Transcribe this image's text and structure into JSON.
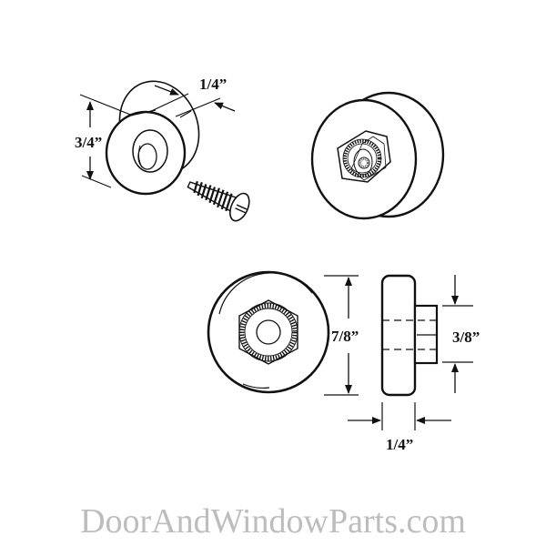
{
  "diagram": {
    "type": "technical-drawing",
    "subject": "Nylon roller with hex nut insert and mounting screw",
    "views": [
      {
        "id": "isometric-spacer",
        "label": "Spacer / washer (isometric)"
      },
      {
        "id": "screw",
        "label": "Slotted-head mounting screw"
      },
      {
        "id": "isometric-roller",
        "label": "Roller with hex insert (isometric)"
      },
      {
        "id": "front-view",
        "label": "Roller front view"
      },
      {
        "id": "side-view",
        "label": "Roller side view"
      }
    ]
  },
  "dimensions": {
    "spacer_thickness": "1/4”",
    "spacer_diameter": "3/4”",
    "roller_diameter": "7/8”",
    "hub_diameter": "3/8”",
    "roller_thickness": "1/4”"
  },
  "watermark": {
    "text": "DoorAndWindowParts.com",
    "color": "#bdbdbd"
  },
  "colors": {
    "line": "#111111",
    "background": "#ffffff"
  }
}
